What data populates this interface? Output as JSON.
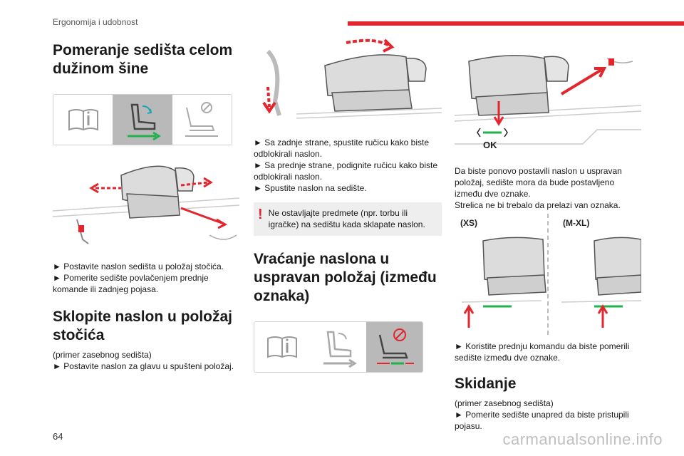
{
  "header": {
    "section": "Ergonomija i udobnost",
    "accent_color": "#e3262d"
  },
  "page_number": "64",
  "watermark": "carmanualsonline.info",
  "left": {
    "title": "Pomeranje sedišta celom dužinom šine",
    "steps": [
      "► Postavite naslon sedišta u položaj stočića.",
      "► Pomerite sedište povlačenjem prednje komande ili zadnjeg pojasa."
    ],
    "section2_title": "Sklopite naslon u položaj stočića",
    "section2_note": "(primer zasebnog sedišta)",
    "section2_step": "► Postavite naslon za glavu u spušteni položaj."
  },
  "middle": {
    "steps": [
      "► Sa zadnje strane, spustite ručicu kako biste odblokirali naslon.",
      "► Sa prednje strane, podignite ručicu kako biste odblokirali naslon.",
      "► Spustite naslon na sedište."
    ],
    "warning": "Ne ostavljajte predmete (npr. torbu ili igračke) na sedištu kada sklapate naslon.",
    "section_title": "Vraćanje naslona u uspravan položaj (između oznaka)"
  },
  "right": {
    "ok_label": "OK",
    "description": "Da biste ponovo postavili naslon u uspravan položaj, sedište mora da bude postavljeno između dve oznake.",
    "description2": "Strelica ne bi trebalo da prelazi van oznaka.",
    "size_xs": "(XS)",
    "size_mxl": "(M-XL)",
    "step": "► Koristite prednju komandu da biste pomerili sedište između dve oznake.",
    "section_title": "Skidanje",
    "section_note": "(primer zasebnog sedišta)",
    "section_step": "► Pomerite sedište unapred da biste pristupili pojasu."
  }
}
